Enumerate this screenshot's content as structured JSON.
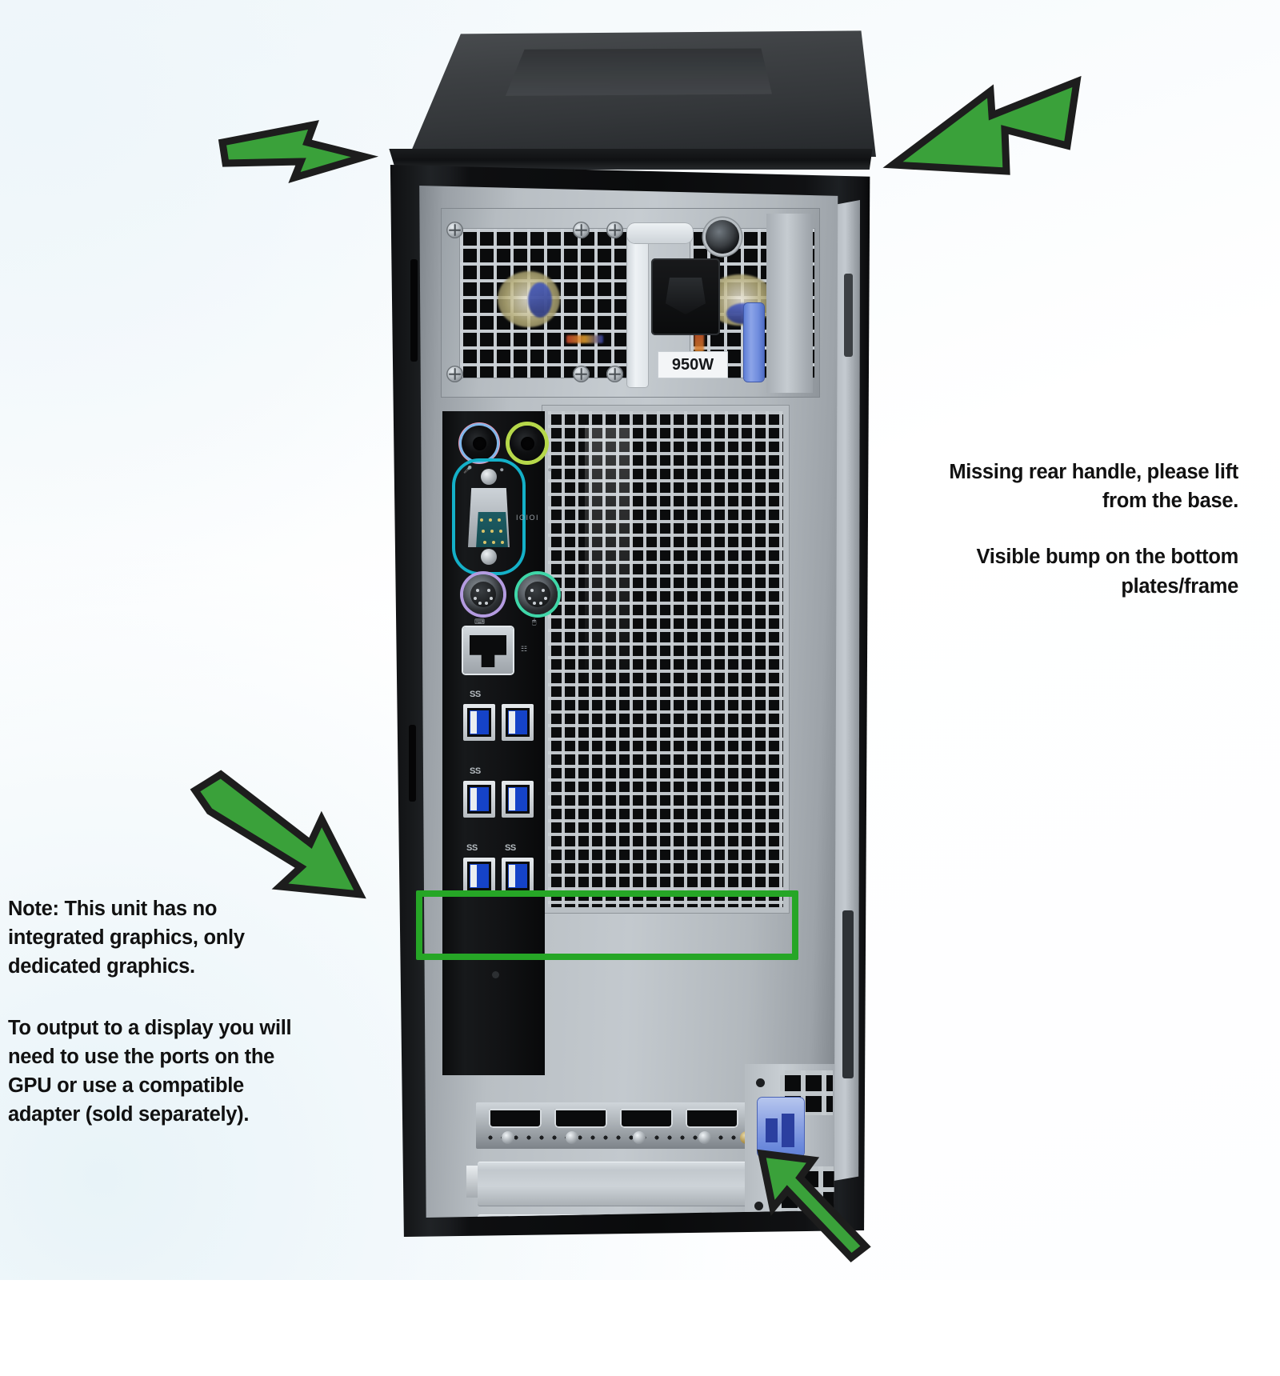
{
  "scene": {
    "subject": "dell-precision-tower-rear-panel",
    "background_color": "#f7fbfd"
  },
  "annotations": {
    "accent_color": "#3aa13a",
    "outline_color": "#1d1d1d",
    "highlight_box_color": "#26a626",
    "right_note": {
      "line1": "Missing rear handle, please lift",
      "line2": "from the base.",
      "line3": "Visible bump on the bottom",
      "line4": "plates/frame"
    },
    "left_note": {
      "line1": "Note: This unit has no",
      "line2": "integrated graphics, only",
      "line3": "dedicated graphics.",
      "line4": "To output to a display you will",
      "line5": "need to use the ports on the",
      "line6": "GPU or use a compatible",
      "line7": "adapter (sold separately)."
    },
    "arrows": [
      {
        "name": "arrow-top-left",
        "direction": "right-down",
        "points_at": "top-left-chassis-edge"
      },
      {
        "name": "arrow-top-right",
        "direction": "left-down",
        "points_at": "top-right-chassis-edge"
      },
      {
        "name": "arrow-lower-left",
        "direction": "right-down",
        "points_at": "gpu-display-ports"
      },
      {
        "name": "arrow-bottom-right",
        "direction": "up-left",
        "points_at": "bottom-plate-bump"
      }
    ]
  },
  "psu": {
    "wattage_label": "950W",
    "module_count": 2,
    "ac_socket": "C14",
    "latch_color": "#6f8cdd",
    "handle": "white-pull-handle"
  },
  "io_panel": {
    "audio": [
      {
        "name": "line-in",
        "color": "#7fb7ea",
        "ring": "#e79ab4"
      },
      {
        "name": "line-out",
        "color": "#b6d84a",
        "ring": "#b6d84a"
      }
    ],
    "serial": {
      "label": "IOIOI",
      "color": "#14b0c8",
      "pins": 9
    },
    "ps2": [
      {
        "name": "ps2-keyboard",
        "color": "#b49be0"
      },
      {
        "name": "ps2-mouse",
        "color": "#3fd6a8"
      }
    ],
    "network": {
      "name": "rj45-ethernet"
    },
    "usb_rows": [
      {
        "label": "SS",
        "count": 2
      },
      {
        "label": "SS",
        "count": 2
      },
      {
        "label": "SS",
        "labels": [
          "SS",
          "SS"
        ],
        "count": 2
      }
    ],
    "usb_total": 6,
    "usb_color": "#1543c8"
  },
  "expansion": {
    "gpu": {
      "ports": "4x DisplayPort",
      "port_count": 4,
      "highlighted": true
    },
    "empty_slot_covers": 3,
    "vented_cover": 1,
    "retention_clips": 2,
    "clip_color": "#6f8cdd"
  }
}
